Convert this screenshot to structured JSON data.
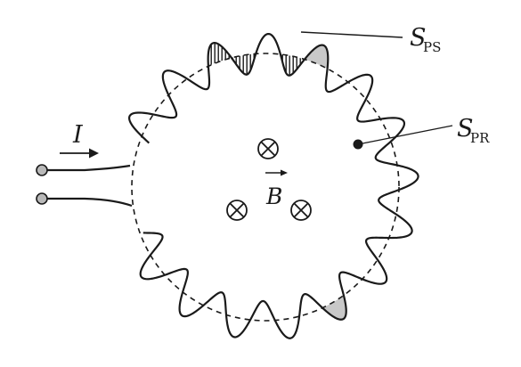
{
  "labels": {
    "current": "I",
    "field": "B",
    "s_ps_main": "S",
    "s_ps_sub": "PS",
    "s_pr_main": "S",
    "s_pr_sub": "PR"
  },
  "diagram": {
    "field_direction_symbol": "into-page",
    "field_marker_count": 3,
    "colors": {
      "ink": "#1a1a1a",
      "shading": "#c8c8c8"
    }
  }
}
